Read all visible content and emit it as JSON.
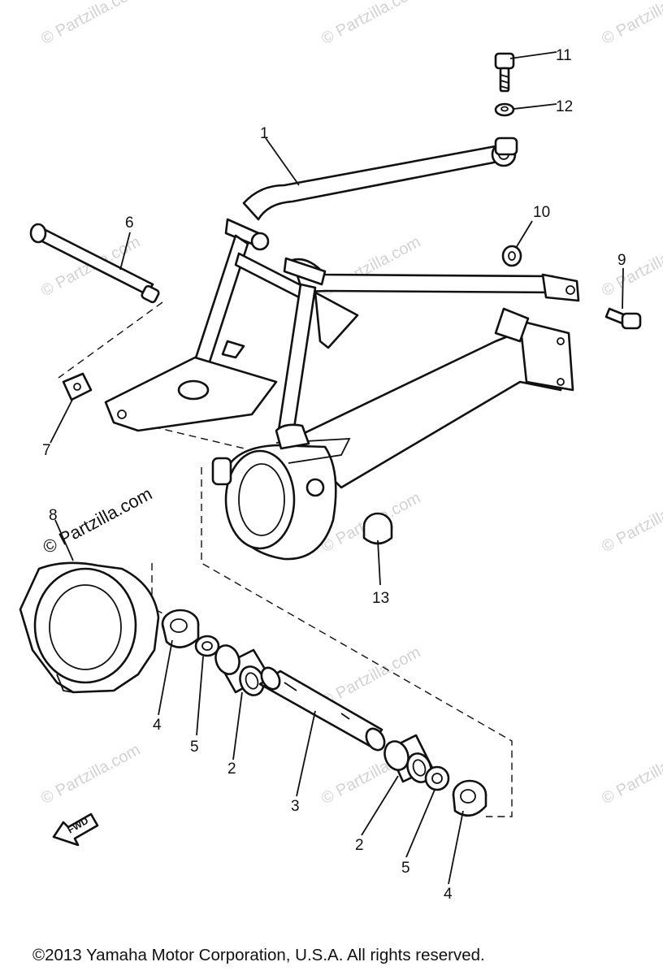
{
  "watermark": "© Partzilla.com",
  "fwd_label": "FWD",
  "copyright": "©2013  Yamaha Motor Corporation, U.S.A. All rights reserved.",
  "callouts": {
    "c1": "1",
    "c2a": "2",
    "c2b": "2",
    "c3": "3",
    "c4a": "4",
    "c4b": "4",
    "c5a": "5",
    "c5b": "5",
    "c6": "6",
    "c7": "7",
    "c8": "8",
    "c9": "9",
    "c10": "10",
    "c11": "11",
    "c12": "12",
    "c13": "13"
  }
}
